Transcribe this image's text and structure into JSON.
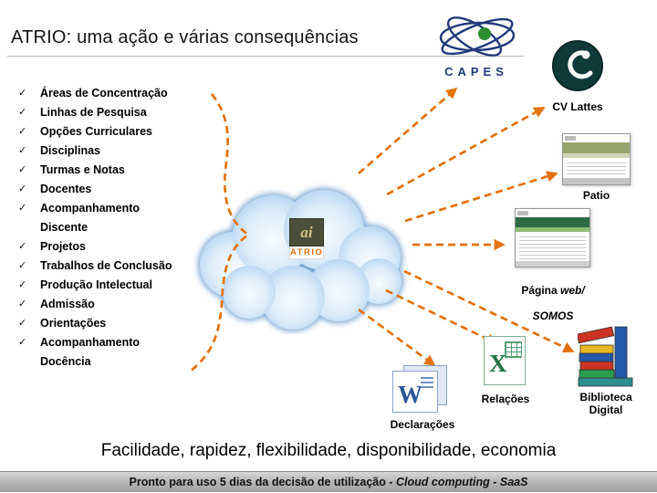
{
  "title": "ATRIO: uma ação e várias consequências",
  "checklist": {
    "check_glyph": "✓",
    "items": [
      "Áreas de Concentração",
      "Linhas de Pesquisa",
      "Opções Curriculares",
      "Disciplinas",
      "Turmas e Notas",
      "Docentes",
      "Acompanhamento\nDiscente",
      "Projetos",
      "Trabalhos de Conclusão",
      "Produção Intelectual",
      "Admissão",
      "Orientações",
      "Acompanhamento\nDocência"
    ]
  },
  "cloud": {
    "logo_glyph": "ai",
    "logo_label": "ATRIO"
  },
  "targets": {
    "capes": {
      "label": "CAPES"
    },
    "cv_lattes": {
      "label": "CV Lattes"
    },
    "patio": {
      "label": "Patio"
    },
    "pagina_web": {
      "label_prefix": "Página ",
      "label_italic": "web/",
      "label_line2": "SOMOS"
    },
    "biblioteca": {
      "label": "Biblioteca\nDigital"
    },
    "relacoes": {
      "label": "Relações",
      "letter": "X"
    },
    "declaracoes": {
      "label": "Declarações",
      "letter": "W"
    }
  },
  "tagline": "Facilidade, rapidez, flexibilidade, disponibilidade, economia",
  "bottom_bar": {
    "text_plain": "Pronto para uso 5 dias da decisão de utilização - ",
    "text_italic": "Cloud computing - SaaS"
  },
  "colors": {
    "arrow_orange": "#e2720c",
    "cloud_edge_blue": "#7ea8d6",
    "atrio_orange": "#e2720c",
    "capes_navy": "#1f3a7a",
    "capes_green": "#2e8b2e",
    "excel_green": "#1f7244",
    "word_blue": "#2b579a",
    "bar_gray": "#b3b3b3"
  }
}
